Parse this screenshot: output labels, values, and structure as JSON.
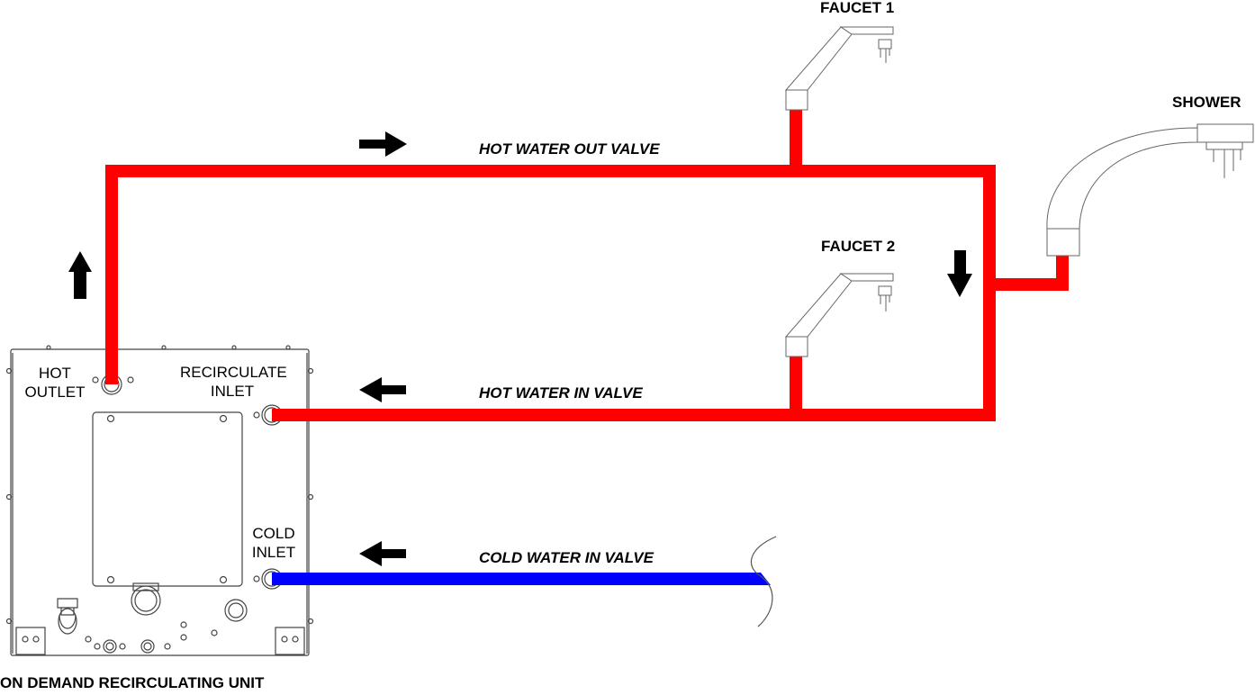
{
  "unit": {
    "title": "ON DEMAND RECIRCULATING UNIT",
    "ports": {
      "hot_outlet_line1": "HOT",
      "hot_outlet_line2": "OUTLET",
      "recirc_inlet_line1": "RECIRCULATE",
      "recirc_inlet_line2": "INLET",
      "cold_inlet_line1": "COLD",
      "cold_inlet_line2": "INLET"
    }
  },
  "valves": {
    "hot_out": "HOT WATER OUT VALVE",
    "hot_in": "HOT WATER IN VALVE",
    "cold_in": "COLD WATER IN VALVE"
  },
  "fixtures": {
    "faucet1": "FAUCET 1",
    "faucet2": "FAUCET 2",
    "shower": "SHOWER"
  },
  "colors": {
    "hot_pipe": "#ff0000",
    "cold_pipe": "#0000ff",
    "arrow": "#000000",
    "outline": "#444444"
  },
  "flow_arrows": [
    "up",
    "right",
    "down",
    "left",
    "left"
  ]
}
